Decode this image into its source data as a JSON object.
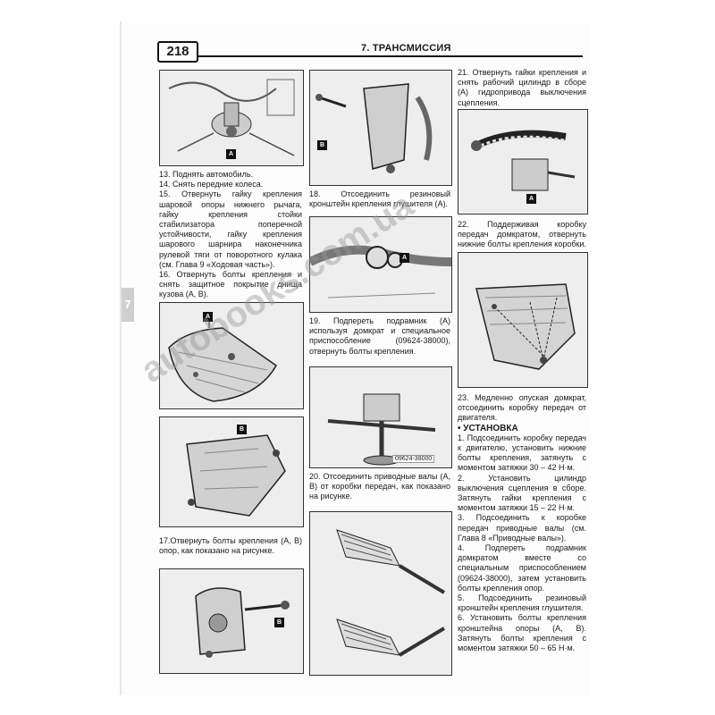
{
  "header": {
    "page_number": "218",
    "chapter": "7. ТРАНСМИССИЯ"
  },
  "side_tab": "7",
  "watermark": "autobooks.com.ua",
  "figures": {
    "f1": {
      "callout_a": "A"
    },
    "f2": {
      "callout_a": "A"
    },
    "f3": {
      "callout_b": "B"
    },
    "f4": {
      "callout_b": "B"
    },
    "f5": {
      "callout_a": "A"
    },
    "f6": {
      "tool_code": "09624-38000"
    },
    "f8": {
      "callout_a": "A"
    }
  },
  "col1": [
    "13. Поднять автомобиль.",
    "14. Снять передние колеса.",
    "15. Отвернуть гайку крепления шаровой опоры нижнего рычага, гайку крепления стойки стабилизатора поперечной устойчивости, гайку крепления шарового шарнира наконечника рулевой тяги от поворотного кулака (см. Глава 9 «Ходовая часть»).",
    "16. Отвернуть болты крепления и снять защитное покрытие днища кузова (A, B)."
  ],
  "col1_b": "17.Отвернуть болты крепления (A, B) опор, как показано на рисунке.",
  "col2_a": "18. Отсоединить резиновый кронштейн крепления глушителя (A).",
  "col2_b": "19. Подпереть подрамник (A) используя домкрат и специальное приспособление (09624-38000), отвернуть болты крепления.",
  "col2_c": "20. Отсоединить приводные валы (A, B) от коробки передач, как показано на рисунке.",
  "col3_a": "21. Отвернуть гайки крепления и снять рабочий цилиндр в сборе (A) гидропривода выключения сцепления.",
  "col3_b": "22. Поддерживая коробку передач домкратом, отвернуть нижние болты крепления коробки.",
  "col3_c": "23. Медленно опуская домкрат, отсоединить коробку передач от двигателя.",
  "install": {
    "title": "• УСТАНОВКА",
    "steps": [
      "1. Подсоединить коробку передач к двигателю, установить нижние болты крепления, затянуть с моментом затяжки 30 – 42 Н·м.",
      "2. Установить цилиндр выключения сцепления в сборе. Затянуть гайки крепления с моментом затяжки 15 – 22 Н·м.",
      "3. Подсоединить к коробке передач приводные валы (см. Глава 8 «Приводные валы»).",
      "4. Подпереть подрамник домкратом вместе со специальным приспособлением (09624-38000), затем установить болты крепления опор.",
      "5. Подсоединить резиновый кронштейн крепления глушителя.",
      "6. Установить болты крепления кронштейна опоры (A, B). Затянуть болты крепления с моментом затяжки 50 – 65 Н·м."
    ]
  }
}
